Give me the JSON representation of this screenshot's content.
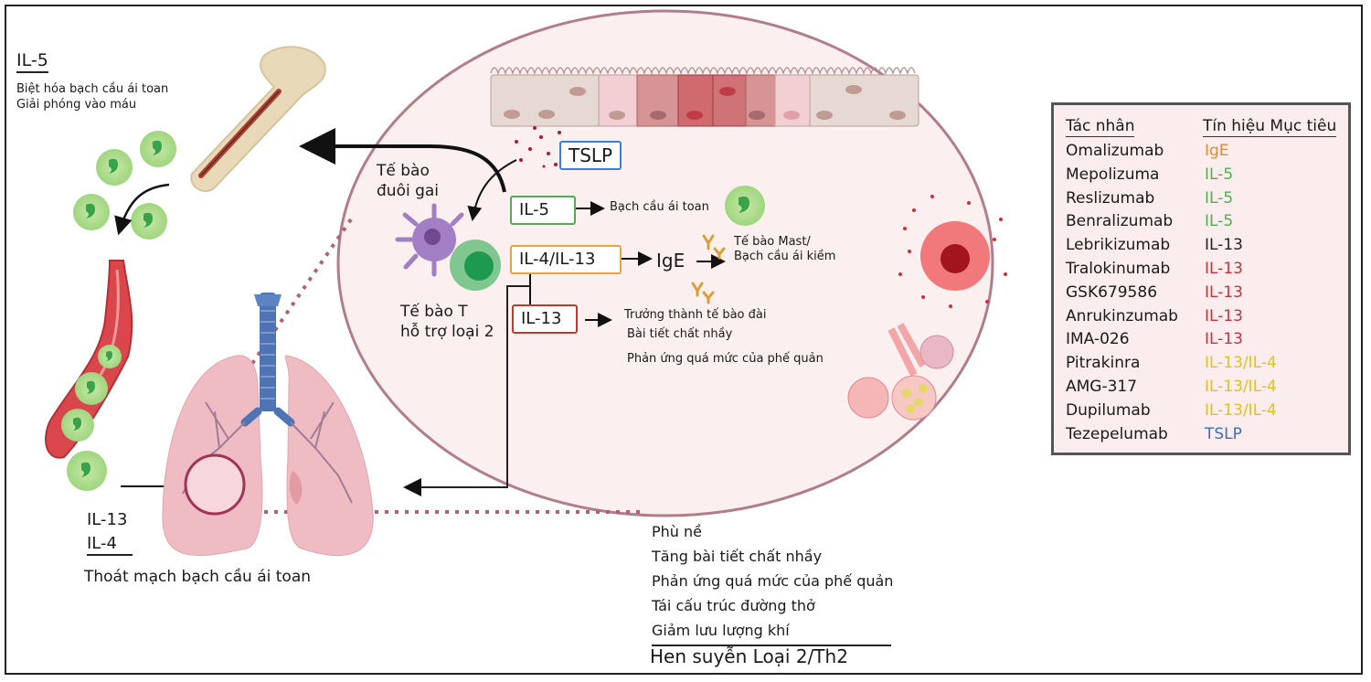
{
  "colors": {
    "ellipse_fill": "#fcefef",
    "ellipse_stroke": "#b07d8c",
    "green": "#4caf50",
    "orange": "#e8a33a",
    "red": "#c0392b",
    "yellow": "#e2c21a",
    "blue": "#3a6fbf",
    "legend_bg": "#fbeced"
  },
  "left": {
    "il5_title": "IL-5",
    "il5_line1": "Biệt hóa bạch cầu ái toan",
    "il5_line2": "Giải phóng vào máu",
    "il13": "IL-13",
    "il4": "IL-4",
    "extravasation": "Thoát mạch bạch cầu ái toan"
  },
  "center": {
    "tslp": "TSLP",
    "dendritic_line1": "Tế bào",
    "dendritic_line2": "đuôi gai",
    "th2_line1": "Tế bào T",
    "th2_line2": "hỗ trợ loại 2",
    "il5_box": "IL-5",
    "il5_target": "Bạch cầu ái toan",
    "il4il13_box": "IL-4/IL-13",
    "ige": "IgE",
    "mast_line1": "Tế bào Mast/",
    "mast_line2": "Bạch cầu ái kiềm",
    "il13_box": "IL-13",
    "il13_effect1": "Trưởng thành tế bào đài",
    "il13_effect2": "Bài tiết chất nhầy",
    "il13_effect3": "Phản ứng quá mức của phế quản"
  },
  "outcomes": {
    "items": [
      "Phù nề",
      "Tăng bài tiết chất nhầy",
      "Phản ứng quá mức của phế quản",
      "Tái cấu trúc đường thở",
      "Giảm lưu lượng khí"
    ],
    "title": "Hen suyễn Loại 2/Th2"
  },
  "legend": {
    "header_agent": "Tác nhân",
    "header_target": "Tín hiệu Mục tiêu",
    "rows": [
      {
        "agent": "Omalizumab",
        "target": "IgE",
        "color": "#e8892a"
      },
      {
        "agent": "Mepolizuma",
        "target": "IL-5",
        "color": "#4caf50"
      },
      {
        "agent": "Reslizumab",
        "target": "IL-5",
        "color": "#4caf50"
      },
      {
        "agent": "Benralizumab",
        "target": "IL-5",
        "color": "#4caf50"
      },
      {
        "agent": "Lebrikizumab",
        "target": "IL-13",
        "color": "#222222"
      },
      {
        "agent": "Tralokinumab",
        "target": "IL-13",
        "color": "#c8323c"
      },
      {
        "agent": "GSK679586",
        "target": "IL-13",
        "color": "#c8323c"
      },
      {
        "agent": "Anrukinzumab",
        "target": "IL-13",
        "color": "#c8323c"
      },
      {
        "agent": "IMA-026",
        "target": "IL-13",
        "color": "#c8323c"
      },
      {
        "agent": "Pitrakinra",
        "target": "IL-13/IL-4",
        "color": "#e2c21a"
      },
      {
        "agent": "AMG-317",
        "target": "IL-13/IL-4",
        "color": "#e2c21a"
      },
      {
        "agent": "Dupilumab",
        "target": "IL-13/IL-4",
        "color": "#e2c21a"
      },
      {
        "agent": "Tezepelumab",
        "target": "TSLP",
        "color": "#3a6fbf"
      }
    ]
  }
}
